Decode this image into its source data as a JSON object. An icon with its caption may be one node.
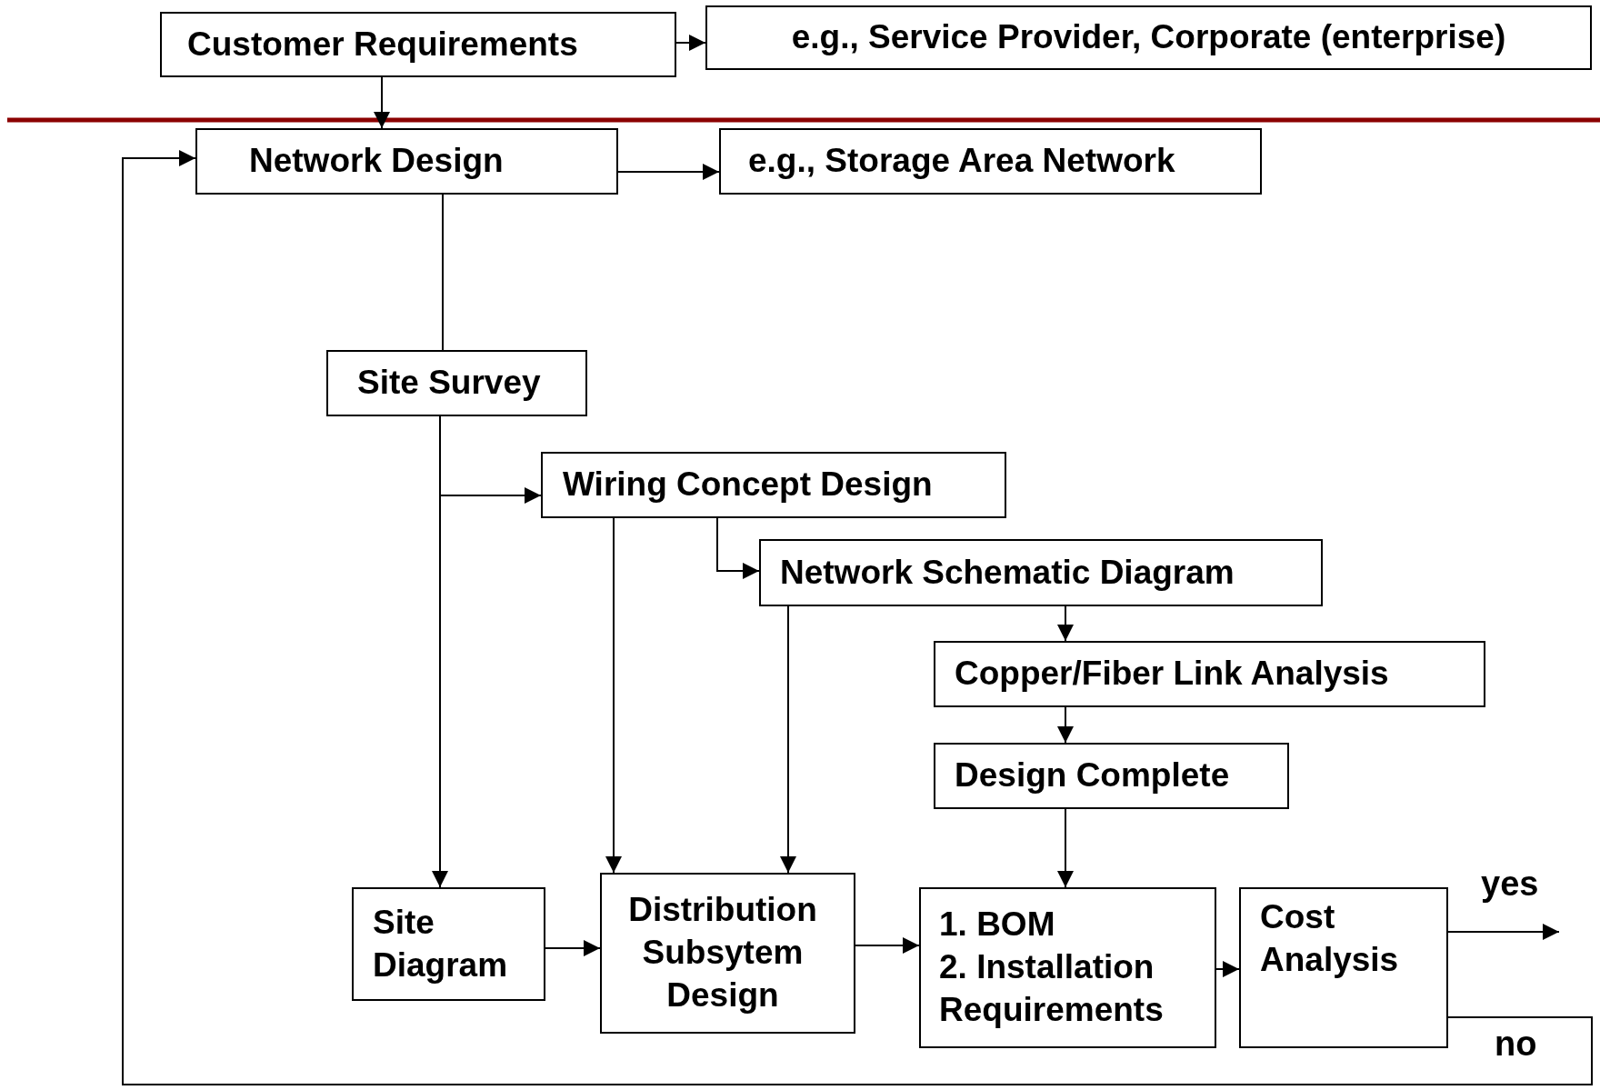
{
  "diagram": {
    "nodes": [
      {
        "text": [
          "Customer Requirements"
        ]
      },
      {
        "text": [
          "e.g., Service Provider, Corporate (enterprise)"
        ]
      },
      {
        "text": [
          "Network Design"
        ]
      },
      {
        "text": [
          "e.g., Storage Area Network"
        ]
      },
      {
        "text": [
          "Site Survey"
        ]
      },
      {
        "text": [
          "Wiring Concept Design"
        ]
      },
      {
        "text": [
          "Network Schematic Diagram"
        ]
      },
      {
        "text": [
          "Copper/Fiber Link Analysis"
        ]
      },
      {
        "text": [
          "Design Complete"
        ]
      },
      {
        "text": [
          "Site Diagram"
        ]
      },
      {
        "text": [
          "Distribution Subsytem Design"
        ]
      },
      {
        "text": [
          "1. BOM",
          "2. Installation Requirements"
        ]
      },
      {
        "text": [
          "Cost Analysis"
        ]
      }
    ],
    "edges": [
      {
        "from": 0,
        "to": 1,
        "arrow": "to"
      },
      {
        "from": 0,
        "to": 2,
        "arrow": "to"
      },
      {
        "from": 2,
        "to": 3,
        "arrow": "to"
      },
      {
        "from": 2,
        "to": 4,
        "arrow": "none"
      },
      {
        "from": 4,
        "to": 9,
        "arrow": "to"
      },
      {
        "from": 4,
        "to": 5,
        "arrow": "to"
      },
      {
        "from": 5,
        "to": 10,
        "arrow": "to"
      },
      {
        "from": 5,
        "to": 6,
        "arrow": "to"
      },
      {
        "from": 6,
        "to": 10,
        "arrow": "to"
      },
      {
        "from": 6,
        "to": 7,
        "arrow": "to"
      },
      {
        "from": 7,
        "to": 8,
        "arrow": "to"
      },
      {
        "from": 8,
        "to": 11,
        "arrow": "to"
      },
      {
        "from": 9,
        "to": 10,
        "arrow": "to"
      },
      {
        "from": 10,
        "to": 11,
        "arrow": "to"
      },
      {
        "from": 11,
        "to": 12,
        "arrow": "to"
      },
      {
        "from": 12,
        "to": null,
        "arrow": "to",
        "label": "yes"
      },
      {
        "from": 12,
        "to": 2,
        "arrow": "to",
        "label": "no"
      }
    ]
  }
}
